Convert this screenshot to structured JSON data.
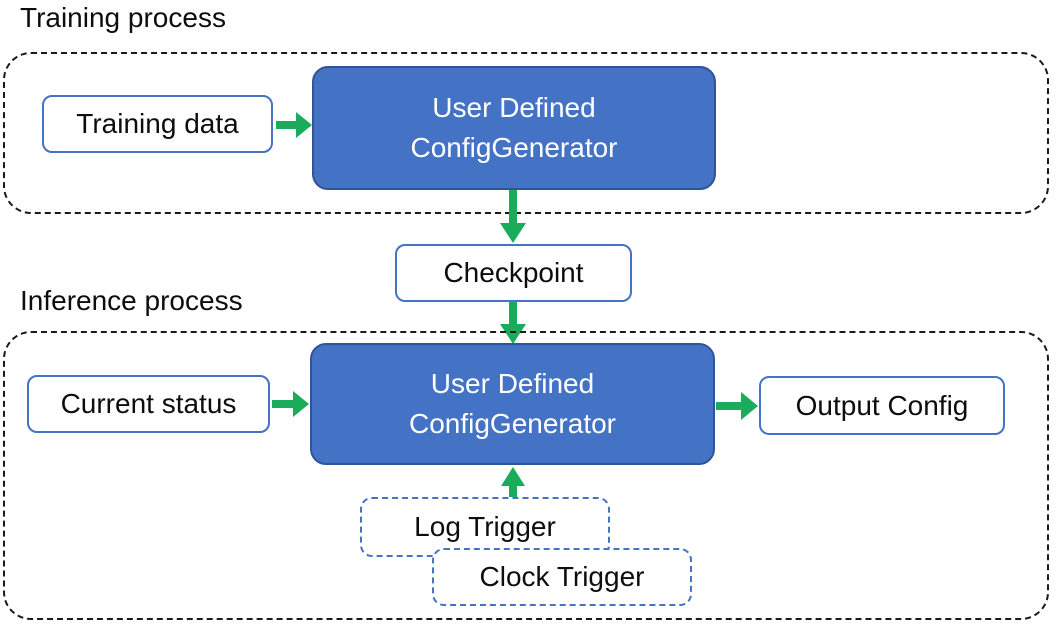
{
  "colors": {
    "box_fill_blue": "#4472C4",
    "box_border_dark": "#2F5597",
    "outline_blue": "#4472C4",
    "arrow_green": "#1AAC5A",
    "container_dash": "#1a1a1a",
    "text_dark": "#0d0d0d",
    "text_light": "#ffffff"
  },
  "training": {
    "label": "Training process",
    "input_box": "Training data",
    "generator_box": {
      "line1": "User Defined",
      "line2": "ConfigGenerator"
    }
  },
  "checkpoint": {
    "label": "Checkpoint"
  },
  "inference": {
    "label": "Inference process",
    "input_box": "Current status",
    "generator_box": {
      "line1": "User Defined",
      "line2": "ConfigGenerator"
    },
    "output_box": "Output Config",
    "triggers": [
      {
        "label": "Log Trigger"
      },
      {
        "label": "Clock Trigger"
      }
    ]
  }
}
